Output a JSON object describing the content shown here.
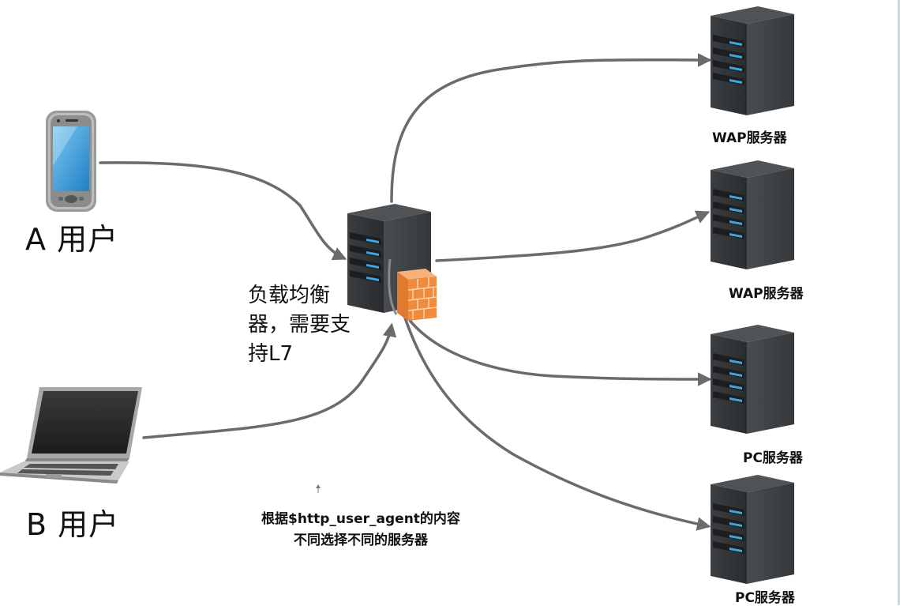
{
  "diagram": {
    "users": [
      {
        "id": "user-a",
        "label": "A 用户",
        "device": "phone-icon"
      },
      {
        "id": "user-b",
        "label": "B 用户",
        "device": "laptop-icon"
      }
    ],
    "load_balancer": {
      "label": "负载均衡器，需要支持L7",
      "icon": "server-icon",
      "extra_icon": "firewall-icon"
    },
    "servers": [
      {
        "id": "wap-1",
        "label": "WAP服务器",
        "icon": "server-icon"
      },
      {
        "id": "wap-2",
        "label": "WAP服务器",
        "icon": "server-icon"
      },
      {
        "id": "pc-1",
        "label": "PC服务器",
        "icon": "server-icon"
      },
      {
        "id": "pc-2",
        "label": "PC服务器",
        "icon": "server-icon"
      }
    ],
    "note": {
      "line1": "根据$http_user_agent的内容",
      "line2": "不同选择不同的服务器"
    },
    "colors": {
      "arrow": "#6b6b6b",
      "server_body": "#2f3133",
      "server_led": "#3ea6e6",
      "firewall": "#f08a3c"
    }
  }
}
